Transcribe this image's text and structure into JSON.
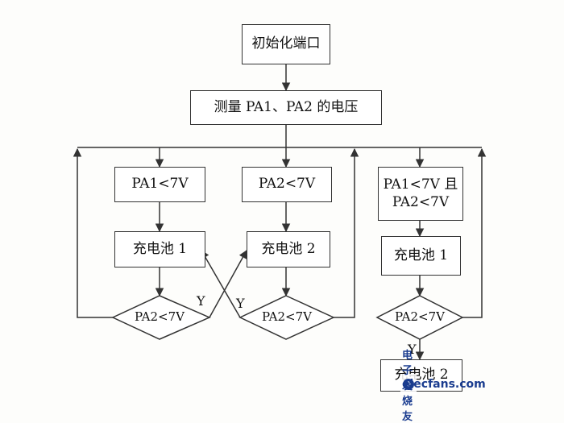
{
  "diagram": {
    "init": "初始化端口",
    "measure": "测量 PA1、PA2 的电压",
    "cond_pa1": "PA1<7V",
    "cond_pa2": "PA2<7V",
    "cond_both_line1": "PA1<7V 且",
    "cond_both_line2": "PA2<7V",
    "charge1_left": "充电池 1",
    "charge2_mid": "充电池 2",
    "charge1_right": "充电池 1",
    "charge2_bottom": "充电池 2",
    "diamond_left": "PA2<7V",
    "diamond_mid": "PA2<7V",
    "diamond_right": "PA2<7V",
    "yes_left": "Y",
    "yes_mid": "Y",
    "yes_right": "Y"
  },
  "watermark": {
    "site": "elecfans.com",
    "brand": "电子发烧友"
  },
  "colors": {
    "line": "#333333",
    "watermark_blue": "#1a3c8f"
  }
}
